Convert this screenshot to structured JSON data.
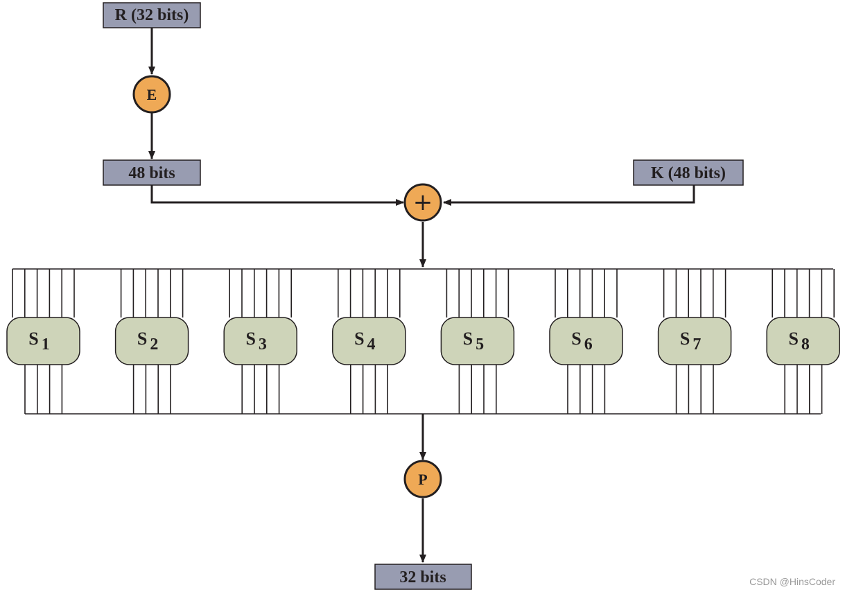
{
  "boxes": {
    "input_r": "R (32 bits)",
    "expanded": "48 bits",
    "key": "K (48 bits)",
    "output": "32 bits"
  },
  "operators": {
    "expansion": "E",
    "xor": "+",
    "permutation": "P"
  },
  "sboxes": [
    {
      "letter": "S",
      "index": "1"
    },
    {
      "letter": "S",
      "index": "2"
    },
    {
      "letter": "S",
      "index": "3"
    },
    {
      "letter": "S",
      "index": "4"
    },
    {
      "letter": "S",
      "index": "5"
    },
    {
      "letter": "S",
      "index": "6"
    },
    {
      "letter": "S",
      "index": "7"
    },
    {
      "letter": "S",
      "index": "8"
    }
  ],
  "watermark": "CSDN @HinsCoder",
  "colors": {
    "box_fill": "#989cb1",
    "circle_fill": "#efa956",
    "sbox_fill": "#ced4b9",
    "line": "#231f20"
  }
}
